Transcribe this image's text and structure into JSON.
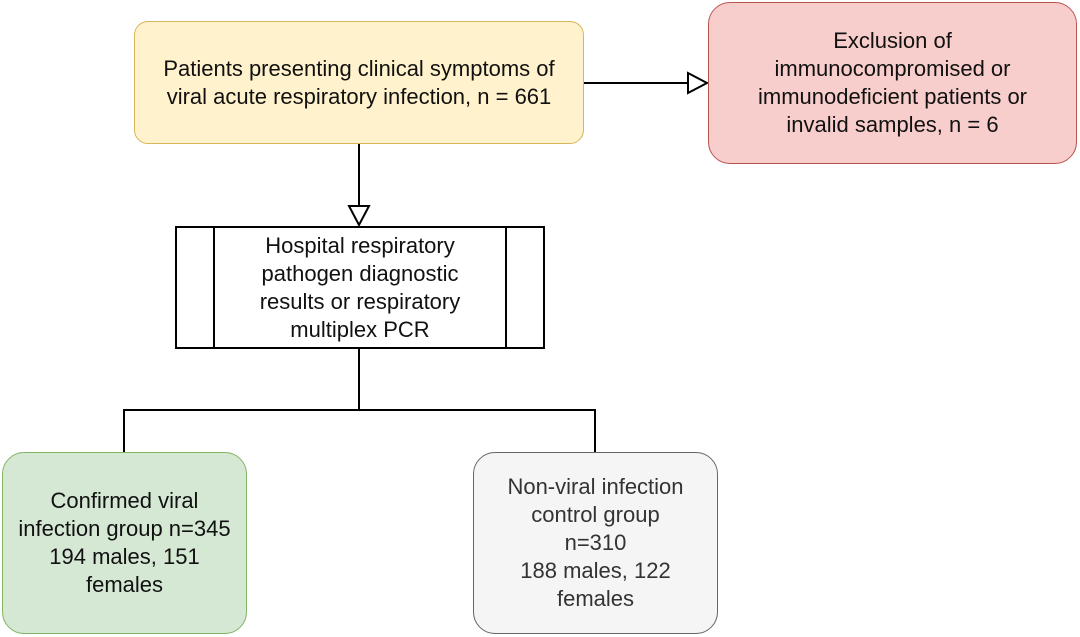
{
  "nodes": {
    "start": "Patients presenting clinical symptoms of\nviral acute respiratory infection, n = 661",
    "exclusion": "Exclusion of\nimmunocompromised or\nimmunodeficient patients or\ninvalid samples, n = 6",
    "process": "Hospital respiratory\npathogen diagnostic\nresults or respiratory\nmultiplex PCR",
    "viral_group": "Confirmed viral\ninfection group n=345\n194 males, 151\nfemales",
    "control_group": "Non-viral infection\ncontrol group\nn=310\n188 males, 122\nfemales"
  },
  "colors": {
    "start_fill": "#fff2cc",
    "start_stroke": "#d6b656",
    "exclusion_fill": "#f8cecc",
    "exclusion_stroke": "#b85450",
    "viral_fill": "#d5e8d4",
    "viral_stroke": "#82b366",
    "control_fill": "#f5f5f5",
    "control_stroke": "#666666"
  }
}
